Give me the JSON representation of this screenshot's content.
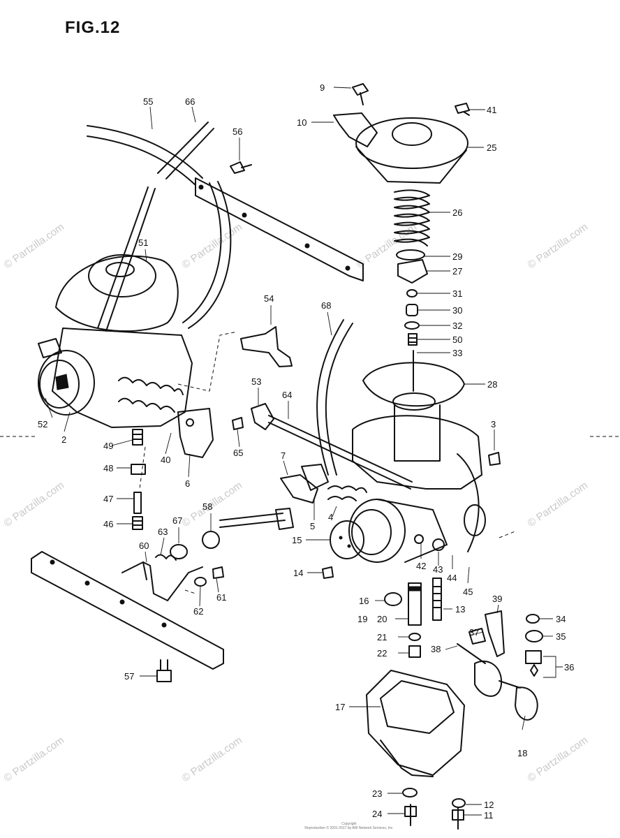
{
  "figure": {
    "title": "FIG.12"
  },
  "watermark": {
    "text": "© Partzilla.com"
  },
  "footer": {
    "line1": "Copyright",
    "line2": "Reproduction © 2001-2017 by ARI Network Services, Inc."
  },
  "callouts": [
    "9",
    "41",
    "10",
    "25",
    "55",
    "66",
    "56",
    "26",
    "29",
    "27",
    "31",
    "30",
    "32",
    "50",
    "33",
    "28",
    "51",
    "54",
    "68",
    "3",
    "52",
    "2",
    "53",
    "64",
    "49",
    "65",
    "48",
    "40",
    "6",
    "7",
    "47",
    "5",
    "4",
    "46",
    "63",
    "67",
    "58",
    "15",
    "60",
    "42",
    "43",
    "44",
    "45",
    "14",
    "61",
    "62",
    "16",
    "13",
    "39",
    "19",
    "20",
    "34",
    "21",
    "37",
    "35",
    "22",
    "38",
    "36",
    "57",
    "17",
    "18",
    "12",
    "23",
    "24",
    "11"
  ]
}
